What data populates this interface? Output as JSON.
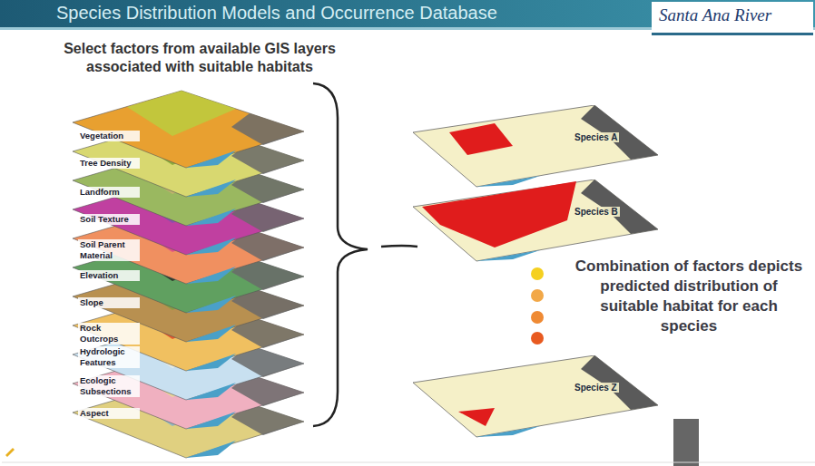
{
  "diagram": {
    "title": "Species Distribution Models and Occurrence Database",
    "nodes": [
      {
        "text": [
          "Species A"
        ]
      },
      {
        "text": [
          "Species B"
        ]
      },
      {
        "text": [
          "Species Z"
        ]
      }
    ],
    "labels": [
      "Santa Ana River",
      "Select factors from available GIS layers associated with suitable habitats",
      "Vegetation",
      "Tree Density",
      "Landform",
      "Soil Texture",
      "Soil Parent Material",
      "Elevation",
      "Slope",
      "Rock Outcrops",
      "Hydrologic Features",
      "Ecologic Subsections",
      "Aspect",
      "Combination of factors depicts predicted distribution of suitable habitat for each species"
    ]
  }
}
